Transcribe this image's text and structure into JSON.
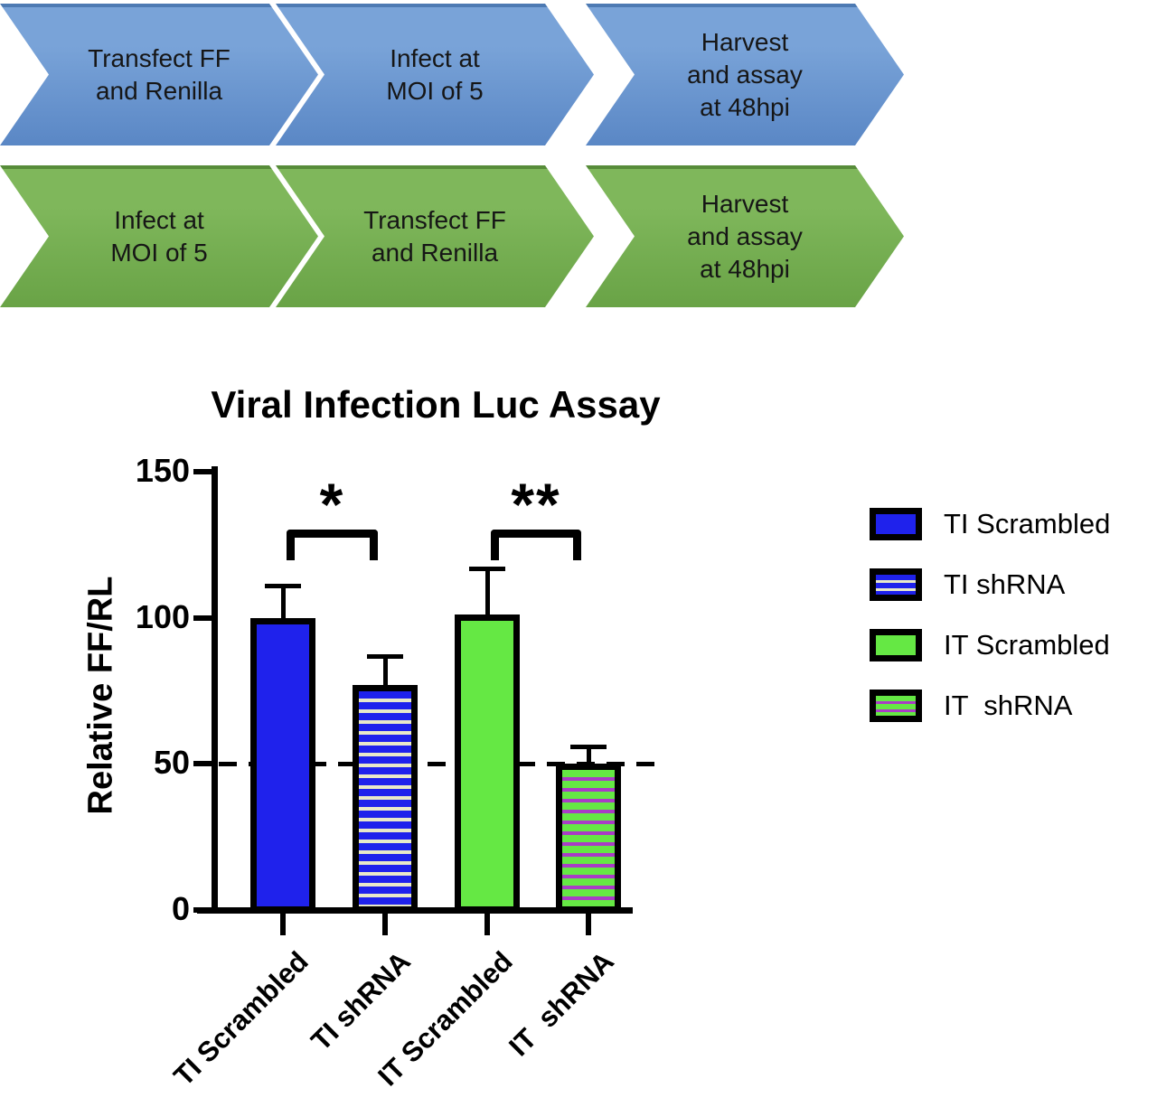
{
  "workflow": {
    "rows": [
      {
        "theme": "blue",
        "gradient_top": "#79a3d8",
        "gradient_bottom": "#5a87c5",
        "edge_color": "#4d7ab3",
        "steps": [
          {
            "lines": [
              "Transfect FF",
              "and Renilla"
            ]
          },
          {
            "lines": [
              "Infect at",
              "MOI of 5"
            ]
          },
          {
            "lines": [
              "Harvest",
              "and assay",
              "at 48hpi"
            ]
          }
        ]
      },
      {
        "theme": "green",
        "gradient_top": "#7fb75b",
        "gradient_bottom": "#69a346",
        "edge_color": "#578c39",
        "steps": [
          {
            "lines": [
              "Infect at",
              "MOI of 5"
            ]
          },
          {
            "lines": [
              "Transfect FF",
              "and Renilla"
            ]
          },
          {
            "lines": [
              "Harvest",
              "and assay",
              "at 48hpi"
            ]
          }
        ]
      }
    ]
  },
  "chart_data": {
    "type": "bar",
    "title": "Viral Infection Luc Assay",
    "xlabel": "",
    "ylabel": "Relative FF/RL",
    "ylim": [
      0,
      150
    ],
    "yticks": [
      0,
      50,
      100,
      150
    ],
    "grid": false,
    "legend_position": "right",
    "reference_line": 50,
    "reference_line_style": "dashed",
    "categories": [
      "TI Scrambled",
      "TI shRNA",
      "IT Scrambled",
      "IT  shRNA"
    ],
    "values": [
      100,
      77,
      101,
      50
    ],
    "error_sd_upper": [
      11,
      10,
      16,
      6
    ],
    "significance": [
      {
        "pair": [
          0,
          1
        ],
        "label": "*"
      },
      {
        "pair": [
          2,
          3
        ],
        "label": "**"
      }
    ],
    "series_styles": [
      {
        "name": "TI Scrambled",
        "pattern": "solid",
        "fill": "#1f22ec",
        "stripe_color": null
      },
      {
        "name": "TI shRNA",
        "pattern": "hstripes",
        "fill": "#1f22ec",
        "stripe_color": "#e9e9c9"
      },
      {
        "name": "IT Scrambled",
        "pattern": "solid",
        "fill": "#65e844",
        "stripe_color": null
      },
      {
        "name": "IT  shRNA",
        "pattern": "hstripes",
        "fill": "#65e844",
        "stripe_color": "#a93cc6"
      }
    ],
    "bar_border_color": "#000000",
    "axis_color": "#000000"
  }
}
